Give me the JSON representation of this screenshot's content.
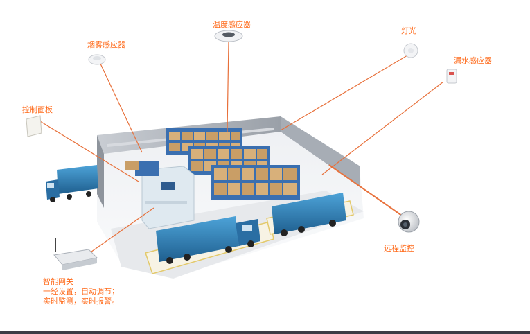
{
  "labels": {
    "smoke_sensor": "烟雾感应器",
    "temp_sensor": "温度感应器",
    "light": "灯光",
    "leak_sensor": "漏水感应器",
    "control_panel": "控制面板",
    "remote_monitor": "远程监控",
    "gateway_title": "智能网关",
    "gateway_line1": "一经设置，自动调节；",
    "gateway_line2": "实时监测，实时报警。"
  },
  "colors": {
    "label": "#ff6a1a",
    "connector": "#e8703a",
    "floor": "#f2f3f5",
    "wall": "#b9bec6",
    "truck": "#2f7fb6",
    "rack": "#3a6fb0",
    "box": "#d8b07a"
  },
  "icons": [
    "smoke-detector-icon",
    "temperature-sensor-icon",
    "light-bulb-icon",
    "water-leak-sensor-icon",
    "control-panel-icon",
    "security-camera-icon",
    "smart-gateway-icon"
  ]
}
